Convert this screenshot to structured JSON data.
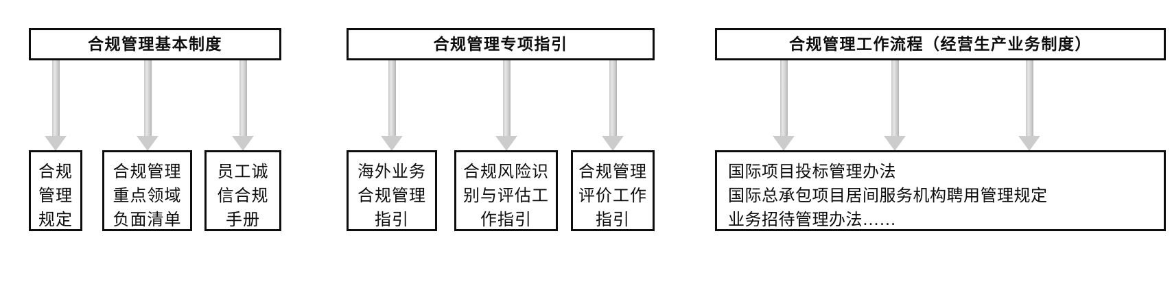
{
  "diagram": {
    "title_groups": [
      {
        "header": "合规管理基本制度",
        "arrow_icon": "down-arrow-icon",
        "leaves": [
          {
            "lines": [
              "合规",
              "管理",
              "规定"
            ]
          },
          {
            "lines": [
              "合规管理",
              "重点领域",
              "负面清单"
            ]
          },
          {
            "lines": [
              "员工诚",
              "信合规",
              "手册"
            ]
          }
        ]
      },
      {
        "header": "合规管理专项指引",
        "arrow_icon": "down-arrow-icon",
        "leaves": [
          {
            "lines": [
              "海外业务",
              "合规管理",
              "指引"
            ]
          },
          {
            "lines": [
              "合规风险识",
              "别与评估工",
              "作指引"
            ]
          },
          {
            "lines": [
              "合规管理",
              "评价工作",
              "指引"
            ]
          }
        ]
      },
      {
        "header": "合规管理工作流程（经营生产业务制度）",
        "arrow_icon": "down-arrow-icon",
        "leaves": [
          {
            "lines": [
              "国际项目投标管理办法",
              "国际总承包项目居间服务机构聘用管理规定",
              "业务招待管理办法……"
            ]
          }
        ]
      }
    ],
    "colors": {
      "box_border": "#0d0d0d",
      "text": "#0d0d0d",
      "arrow_fill": "#cccccc",
      "background": "#ffffff"
    }
  }
}
